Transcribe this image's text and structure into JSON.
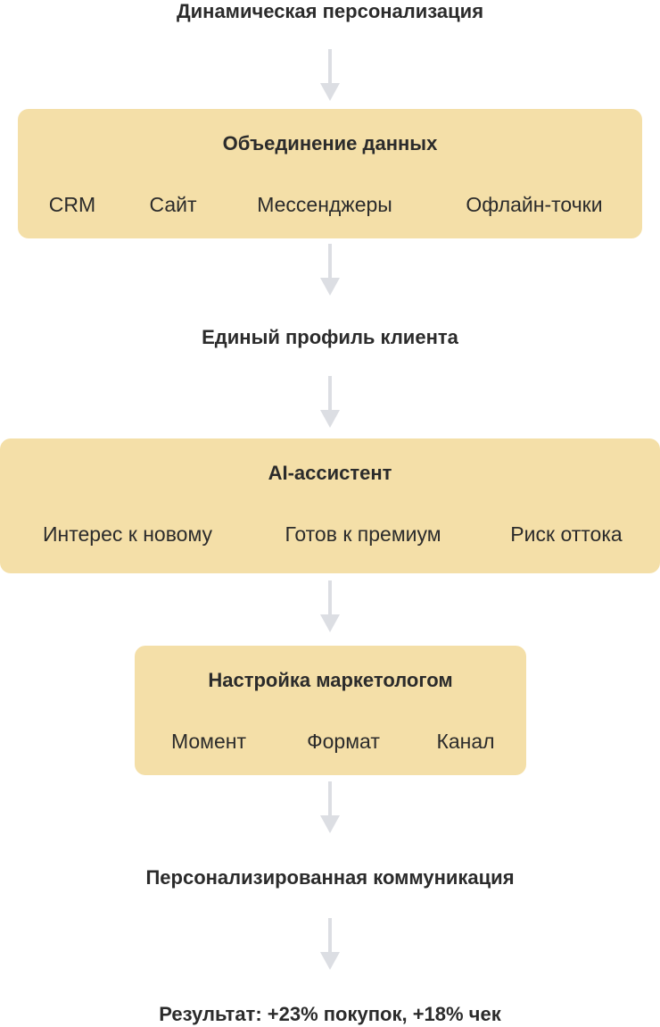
{
  "diagram": {
    "top_label": "Динамическая персонализация",
    "data_box": {
      "title": "Объединение данных",
      "items": [
        "CRM",
        "Сайт",
        "Мессенджеры",
        "Офлайн-точки"
      ]
    },
    "profile_label": "Единый профиль клиента",
    "ai_box": {
      "title": "AI-ассистент",
      "items": [
        "Интерес к новому",
        "Готов к премиум",
        "Риск оттока"
      ]
    },
    "marketer_box": {
      "title": "Настройка маркетологом",
      "items": [
        "Момент",
        "Формат",
        "Канал"
      ]
    },
    "communication_label": "Персонализированная коммуникация",
    "result_label": "Результат: +23% покупок, +18% чек"
  },
  "colors": {
    "box_fill": "#f4dfa8",
    "arrow": "#dcdee3",
    "text": "#2b2b2b"
  }
}
